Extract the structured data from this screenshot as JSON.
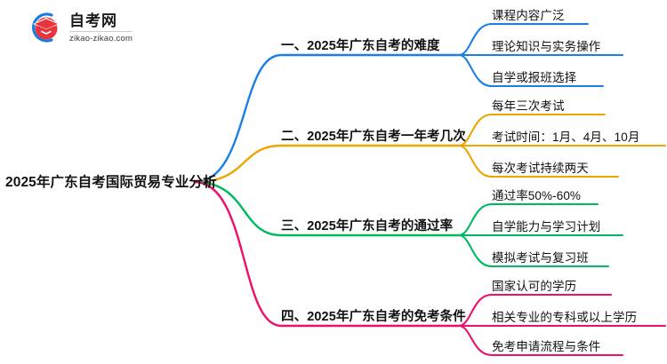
{
  "watermark": {
    "logo_icon": "graduation-cap-logo-icon",
    "title": "自考网",
    "domain": "zikao-zikao.com",
    "arc_color": "#1a7ce0",
    "cap_color": "#e8343c"
  },
  "mindmap": {
    "central_topic": "2025年广东自考国际贸易专业分析",
    "branches": [
      {
        "label": "一、2025年广东自考的难度",
        "color": "#1b7fe8",
        "children": [
          "课程内容广泛",
          "理论知识与实务操作",
          "自学或报班选择"
        ]
      },
      {
        "label": "二、2025年广东自考一年考几次",
        "color": "#efa500",
        "children": [
          "每年三次考试",
          "考试时间：1月、4月、10月",
          "每次考试持续两天"
        ]
      },
      {
        "label": "三、2025年广东自考的通过率",
        "color": "#00b85e",
        "children": [
          "通过率50%-60%",
          "自学能力与学习计划",
          "模拟考试与复习班"
        ]
      },
      {
        "label": "四、2025年广东自考的免考条件",
        "color": "#ec0f6c",
        "children": [
          "国家认可的学历",
          "相关专业的专科或以上学历",
          "免考申请流程与条件"
        ]
      }
    ]
  }
}
